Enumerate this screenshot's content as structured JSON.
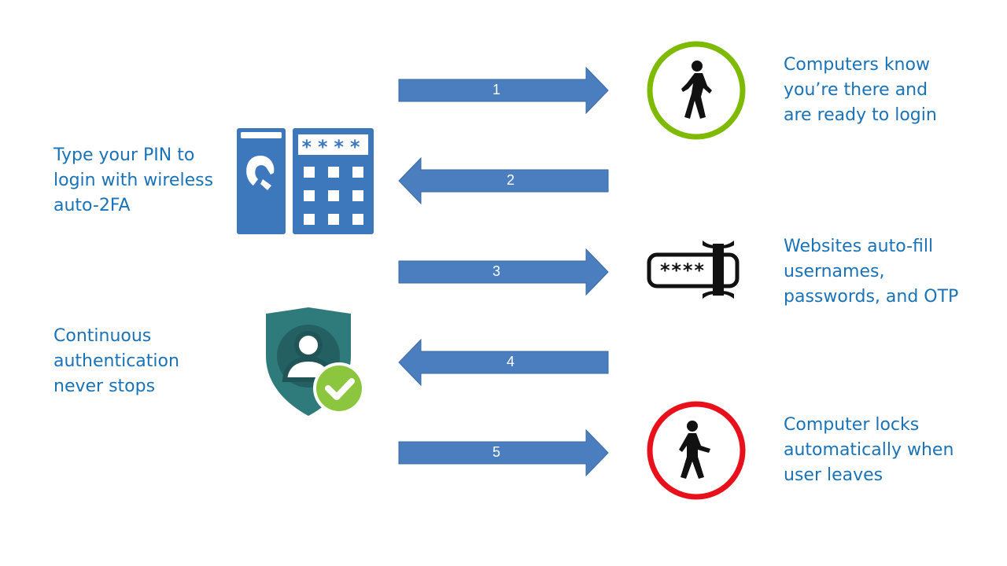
{
  "left_captions": {
    "pin": [
      "Type your PIN to",
      "login with wireless",
      "auto-2FA"
    ],
    "continuous": [
      "Continuous",
      "authentication",
      "never stops"
    ]
  },
  "right_captions": {
    "present": [
      "Computers know",
      "you’re there and",
      "are ready to login"
    ],
    "autofill": [
      "Websites auto-fill",
      "usernames,",
      "passwords, and OTP"
    ],
    "lock": [
      "Computer locks",
      "automatically when",
      "user leaves"
    ]
  },
  "arrows": [
    {
      "number": "1",
      "direction": "right"
    },
    {
      "number": "2",
      "direction": "left"
    },
    {
      "number": "3",
      "direction": "right"
    },
    {
      "number": "4",
      "direction": "left"
    },
    {
      "number": "5",
      "direction": "right"
    }
  ],
  "keypad": {
    "masked_pin": "****"
  },
  "password_field": {
    "masked_text": "****"
  },
  "icons": {
    "keypad": "pin-keypad-icon",
    "shield": "user-shield-check-icon",
    "walker_present": "person-walking-present-icon",
    "password": "password-field-icon",
    "walker_leaving": "person-walking-leaving-icon"
  },
  "colors": {
    "text": "#1a72b8",
    "arrow": "#4a7ebf",
    "keypad": "#3d78bc",
    "present_ring": "#7dba00",
    "leaving_ring": "#e8111b",
    "shield": "#2f7a7a",
    "check": "#8cc63f"
  }
}
